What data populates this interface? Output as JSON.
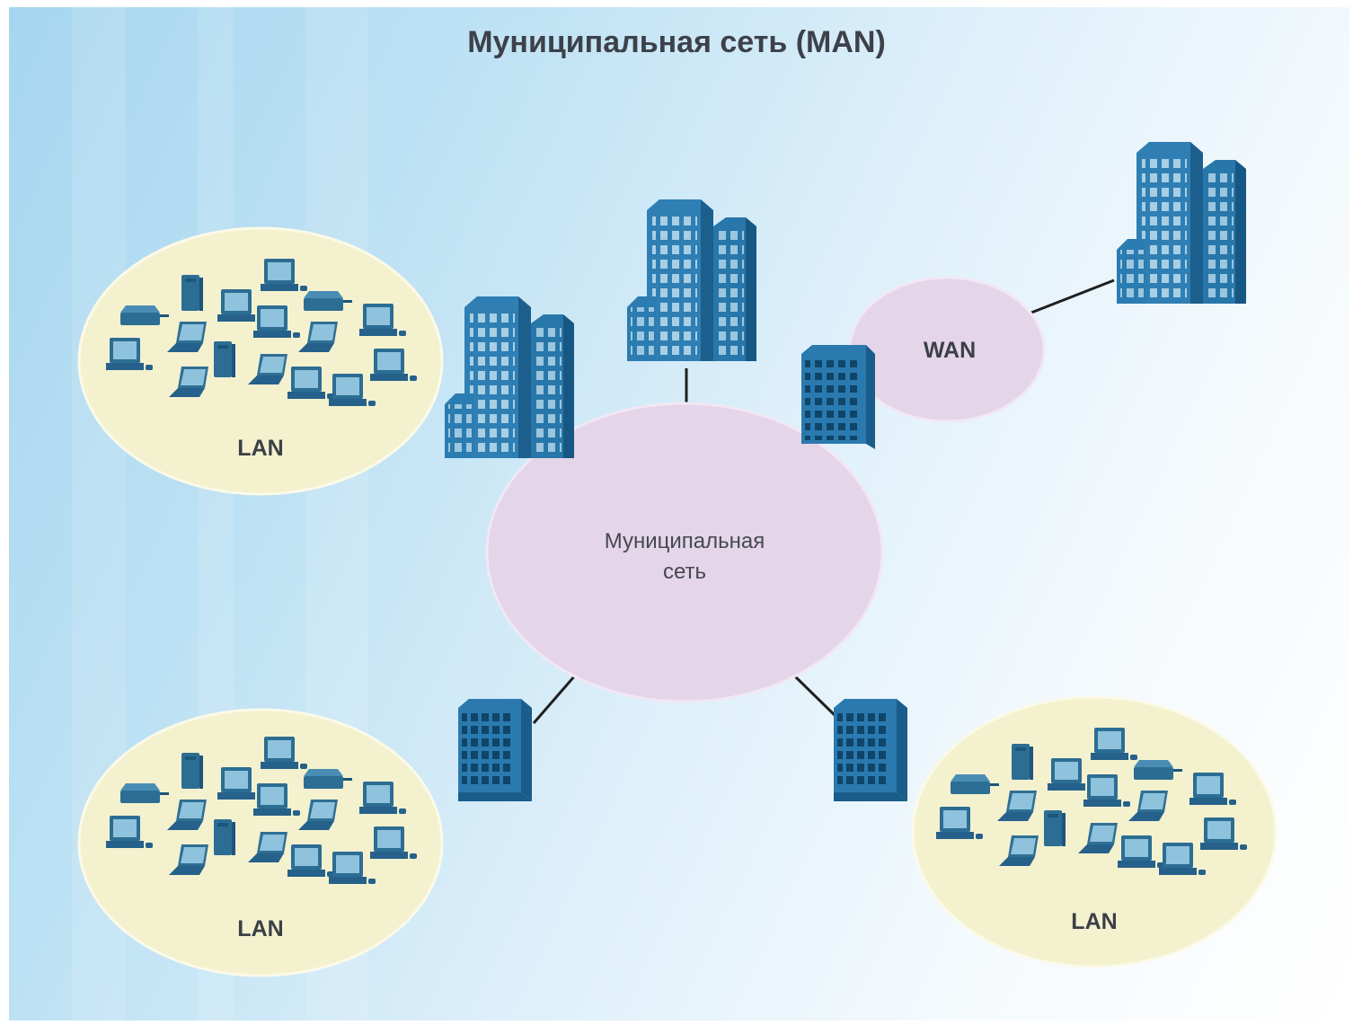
{
  "title": "Муниципальная сеть (MAN)",
  "man": {
    "line1": "Муниципальная",
    "line2": "сеть"
  },
  "wan": {
    "label": "WAN"
  },
  "lans": [
    {
      "label": "LAN"
    },
    {
      "label": "LAN"
    },
    {
      "label": "LAN"
    }
  ],
  "colors": {
    "lan_fill": "#f4f1cf",
    "cloud_fill": "#e4d5e9",
    "building": "#2b7fb1",
    "line": "#1f1f1f"
  },
  "icons": [
    "building-icon",
    "office-block-icon",
    "laptop-icon",
    "desktop-computer-icon",
    "server-icon",
    "printer-icon"
  ]
}
